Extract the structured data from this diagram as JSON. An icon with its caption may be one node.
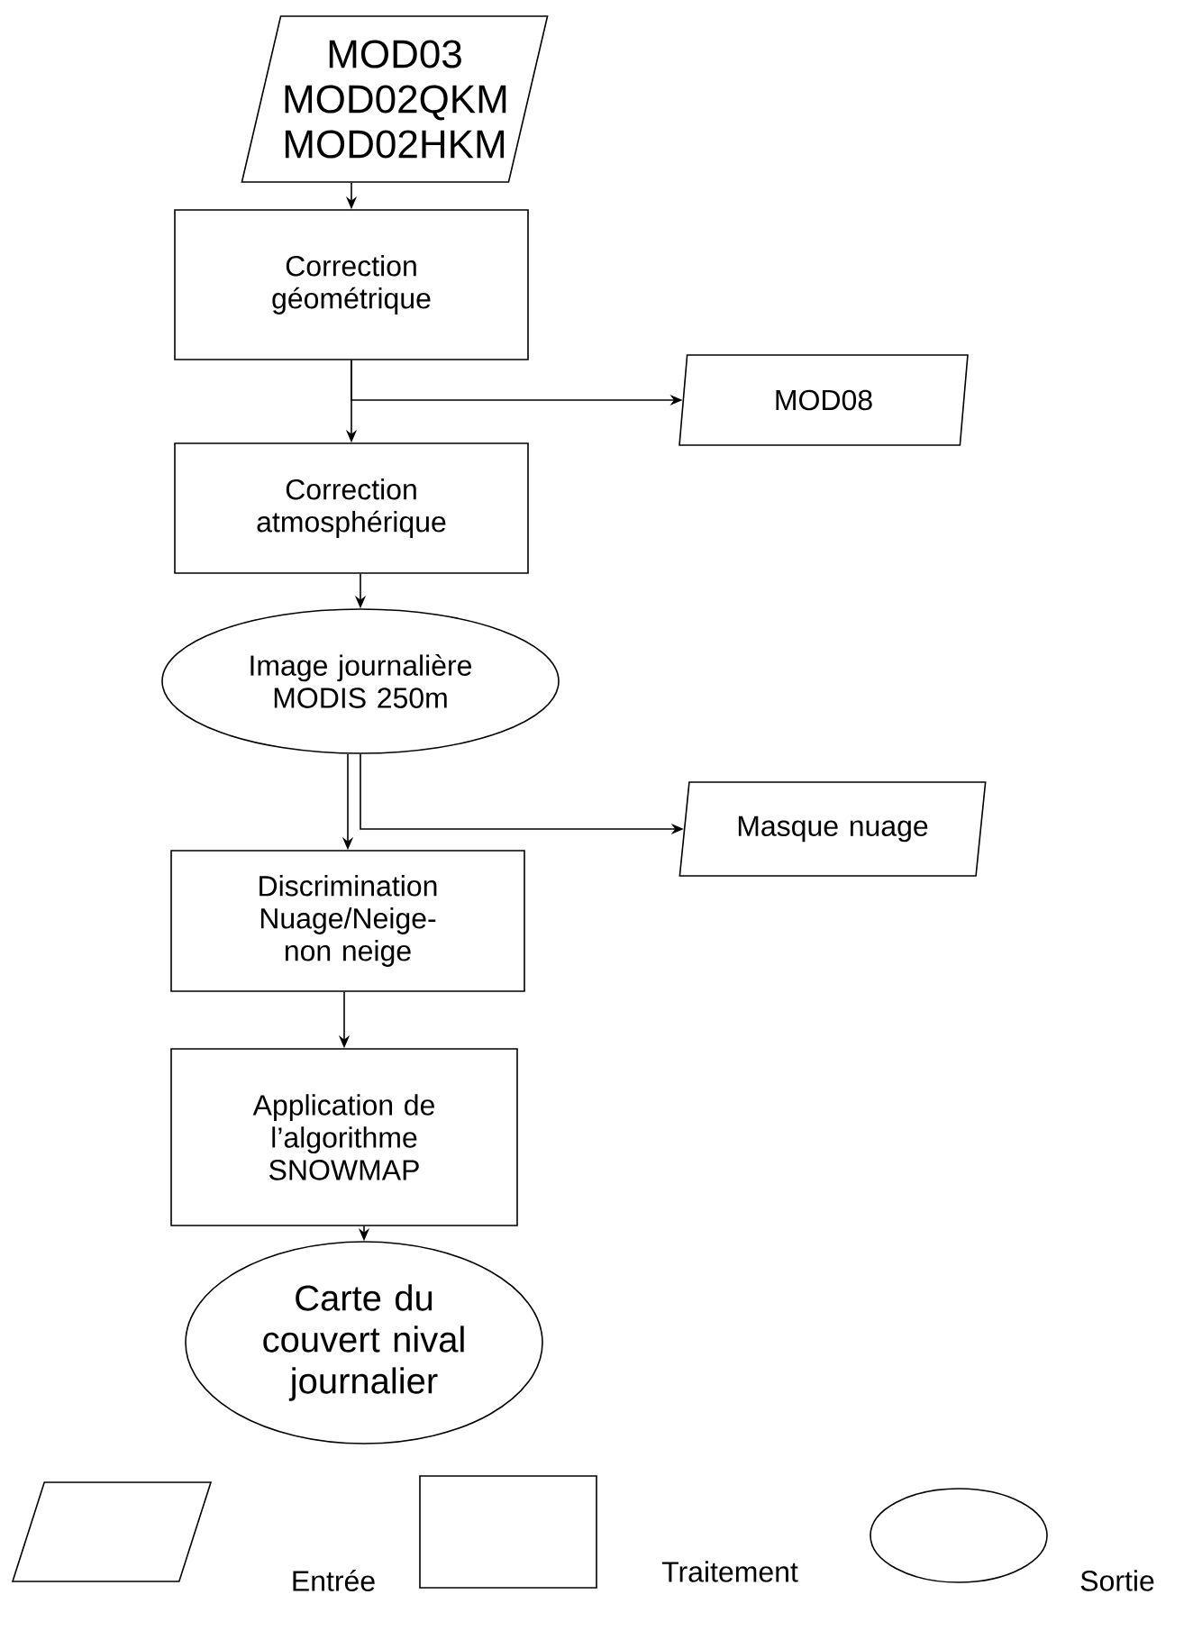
{
  "diagram": {
    "nodes": [
      {
        "text": [
          "MOD03 MOD02QKM MOD02HKM"
        ]
      },
      {
        "text": [
          "Correction géométrique"
        ]
      },
      {
        "text": [
          "MOD08"
        ]
      },
      {
        "text": [
          "Correction atmosphérique"
        ]
      },
      {
        "text": [
          "Image journalière MODIS 250m"
        ]
      },
      {
        "text": [
          "Masque nuage"
        ]
      },
      {
        "text": [
          "Discrimination Nuage/Neige-non neige"
        ]
      },
      {
        "text": [
          "Application de l’algorithme SNOWMAP"
        ]
      },
      {
        "text": [
          "Carte du couvert nival journalier"
        ]
      }
    ],
    "edges": [
      {
        "from": 0,
        "to": 1,
        "arrow": "to"
      },
      {
        "from": 1,
        "to": 3,
        "arrow": "to"
      },
      {
        "from": 1,
        "to": 2,
        "arrow": "to"
      },
      {
        "from": 3,
        "to": 4,
        "arrow": "to"
      },
      {
        "from": 4,
        "to": 6,
        "arrow": "to"
      },
      {
        "from": 4,
        "to": 5,
        "arrow": "to"
      },
      {
        "from": 6,
        "to": 7,
        "arrow": "to"
      },
      {
        "from": 7,
        "to": 8,
        "arrow": "to"
      }
    ],
    "legend": [
      {
        "text": "Entrée"
      },
      {
        "text": "Traitement"
      },
      {
        "text": "Sortie"
      }
    ]
  }
}
